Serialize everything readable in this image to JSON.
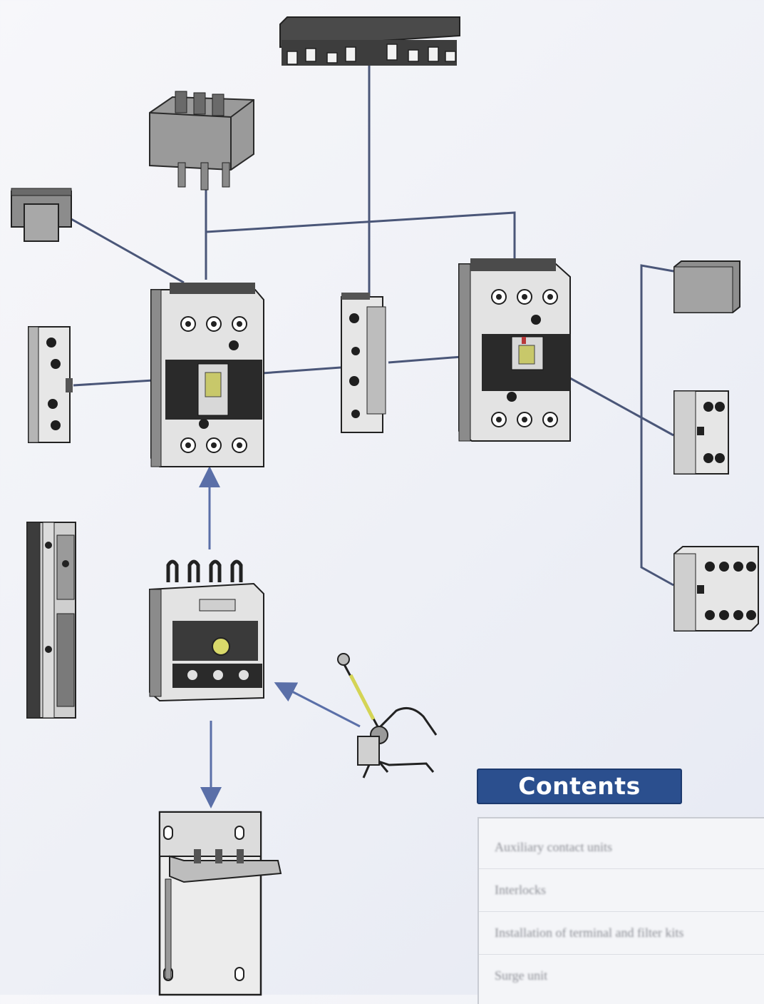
{
  "contents": {
    "title": "Contents",
    "items": [
      "Auxiliary contact units",
      "Interlocks",
      "Installation of terminal and filter kits",
      "Surge unit"
    ]
  },
  "colors": {
    "accent": "#2b4f8e",
    "connector_line": "#4a5678",
    "arrow": "#5a6fa8",
    "component_outline": "#2a2a2a",
    "component_fill": "#e9e9e9"
  },
  "diagram": {
    "nodes": [
      "busbar-link",
      "terminal-shield",
      "surge-suppressor",
      "side-auxiliary-block",
      "contactor-left",
      "mechanical-interlock",
      "contactor-right",
      "front-cover-module",
      "front-auxiliary-block-2nc",
      "front-auxiliary-block-4nc",
      "timer-module",
      "thermal-overload-relay",
      "remote-reset-device",
      "mounting-plate"
    ]
  }
}
